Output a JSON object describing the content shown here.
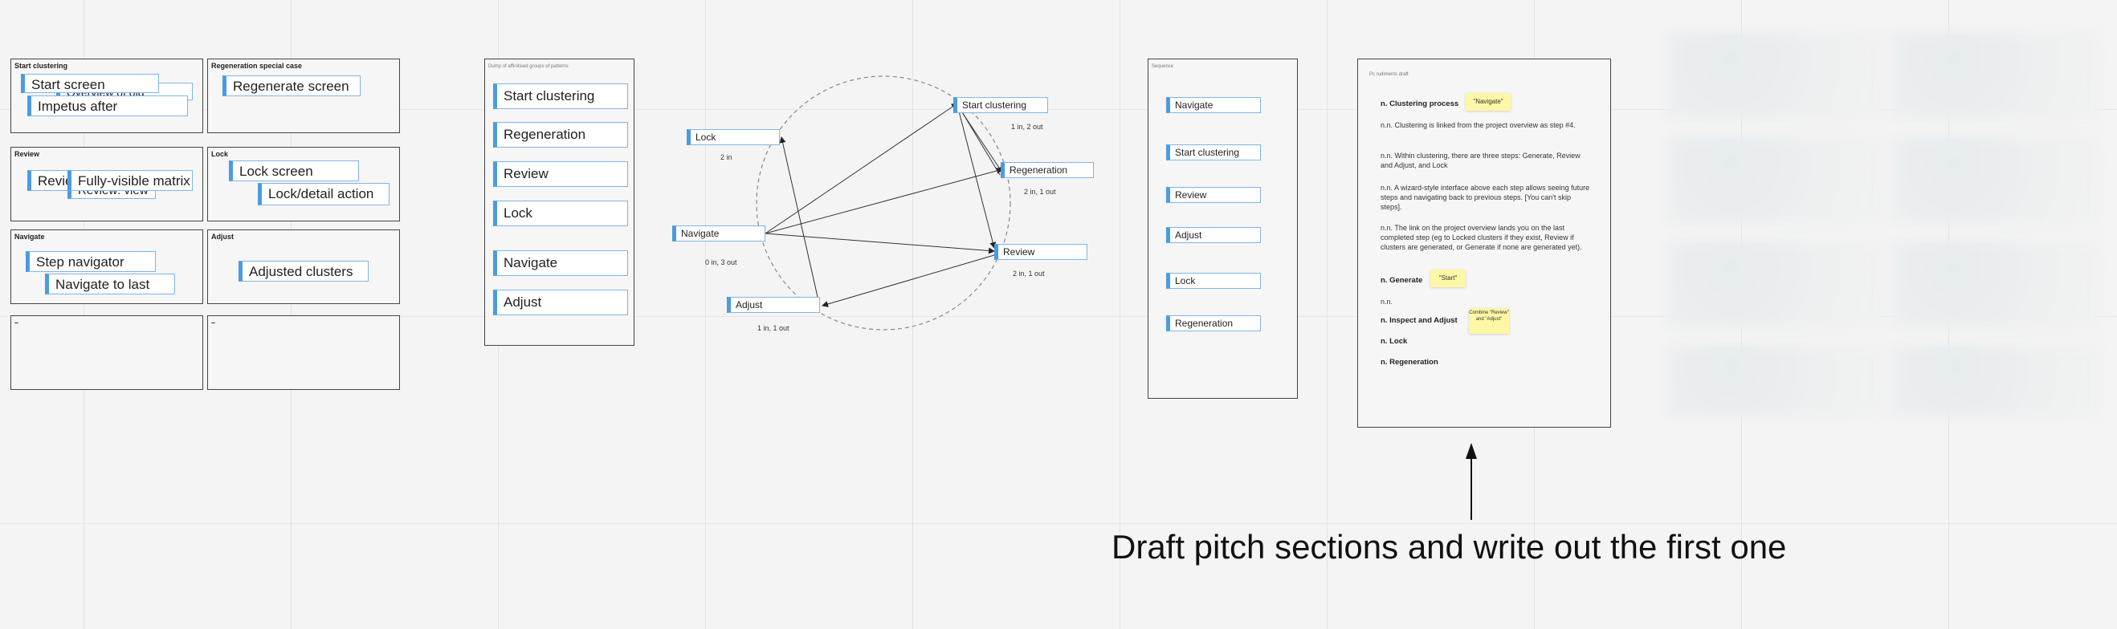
{
  "board": {
    "frames": [
      {
        "title": "Start clustering",
        "cards": [
          "Start screen",
          "Overview of old",
          "Impetus after"
        ]
      },
      {
        "title": "Regeneration special case",
        "cards": [
          "Regenerate screen"
        ]
      },
      {
        "title": "Review",
        "cards": [
          "Review: View",
          "Fully-visible matrix",
          "Review: view"
        ]
      },
      {
        "title": "Lock",
        "cards": [
          "Lock screen",
          "Lock/detail action"
        ]
      },
      {
        "title": "Navigate",
        "cards": [
          "Step navigator",
          "Navigate to last"
        ]
      },
      {
        "title": "Adjust",
        "cards": [
          "Adjusted clusters"
        ]
      },
      {
        "title": "–",
        "cards": []
      },
      {
        "title": "–",
        "cards": []
      }
    ],
    "dump": {
      "title": "Dump of affinitised groups of patterns",
      "cards": [
        "Start clustering",
        "Regeneration",
        "Review",
        "Lock",
        "Navigate",
        "Adjust"
      ]
    },
    "graph": {
      "nodes": [
        {
          "label": "Lock",
          "note": "2 in"
        },
        {
          "label": "Start clustering",
          "note": "1 in, 2 out"
        },
        {
          "label": "Regeneration",
          "note": "2 in, 1 out"
        },
        {
          "label": "Navigate",
          "note": "0 in, 3 out"
        },
        {
          "label": "Review",
          "note": "2 in, 1 out"
        },
        {
          "label": "Adjust",
          "note": "1 in, 1 out"
        }
      ]
    },
    "sequence": {
      "title": "Sequence",
      "steps": [
        "Navigate",
        "Start clustering",
        "Review",
        "Adjust",
        "Lock",
        "Regeneration"
      ]
    },
    "doc": {
      "title": "Pc rudiments draft",
      "h1": "n. Clustering process",
      "sticky1": "\"Navigate\"",
      "p1": "n.n. Clustering is linked from the project overview as step #4.",
      "p2": "n.n. Within clustering, there are three steps: Generate, Review and Adjust, and Lock",
      "p3": "n.n. A wizard-style interface above each step allows seeing future steps and navigating back to previous steps. [You can't skip steps].",
      "p4": "n.n. The link on the project overview lands you on the last completed step (eg to Locked clusters if they exist, Review if clusters are generated, or Generate if none are generated yet).",
      "h2": "n. Generate",
      "sticky2": "\"Start\"",
      "p5": "n.n.",
      "h3": "n. Inspect and Adjust",
      "sticky3": "Combine \"Review\" and \"Adjust\"",
      "h4": "n. Lock",
      "h5": "n. Regeneration"
    },
    "caption": "Draft pitch sections and write out the first one",
    "colors": {
      "accent": "#4b9be3",
      "sticky": "#fdf7a6",
      "frame_border": "#444444"
    }
  }
}
